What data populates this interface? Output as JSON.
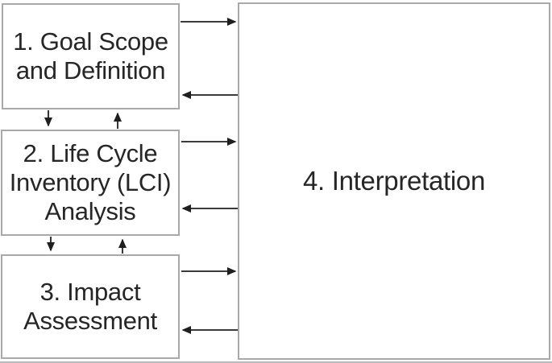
{
  "colors": {
    "background": "#ffffff",
    "box_border": "#a9a9a9",
    "arrow": "#1f1f1f",
    "text": "#262626"
  },
  "boxes": [
    {
      "id": "goal-scope-definition",
      "lines": [
        "1. Goal Scope",
        "and Definition"
      ]
    },
    {
      "id": "lci-analysis",
      "lines": [
        "2. Life Cycle",
        "Inventory (LCI)",
        "Analysis"
      ]
    },
    {
      "id": "impact-assessment",
      "lines": [
        "3. Impact",
        "Assessment"
      ]
    },
    {
      "id": "interpretation",
      "lines": [
        "4. Interpretation"
      ]
    }
  ],
  "edges": [
    {
      "from": "goal-scope-definition",
      "to": "interpretation",
      "direction": "right"
    },
    {
      "from": "interpretation",
      "to": "goal-scope-definition",
      "direction": "left"
    },
    {
      "from": "goal-scope-definition",
      "to": "lci-analysis",
      "direction": "down"
    },
    {
      "from": "lci-analysis",
      "to": "goal-scope-definition",
      "direction": "up"
    },
    {
      "from": "lci-analysis",
      "to": "interpretation",
      "direction": "right"
    },
    {
      "from": "interpretation",
      "to": "lci-analysis",
      "direction": "left"
    },
    {
      "from": "lci-analysis",
      "to": "impact-assessment",
      "direction": "down"
    },
    {
      "from": "impact-assessment",
      "to": "lci-analysis",
      "direction": "up"
    },
    {
      "from": "impact-assessment",
      "to": "interpretation",
      "direction": "right"
    },
    {
      "from": "interpretation",
      "to": "impact-assessment",
      "direction": "left"
    }
  ]
}
